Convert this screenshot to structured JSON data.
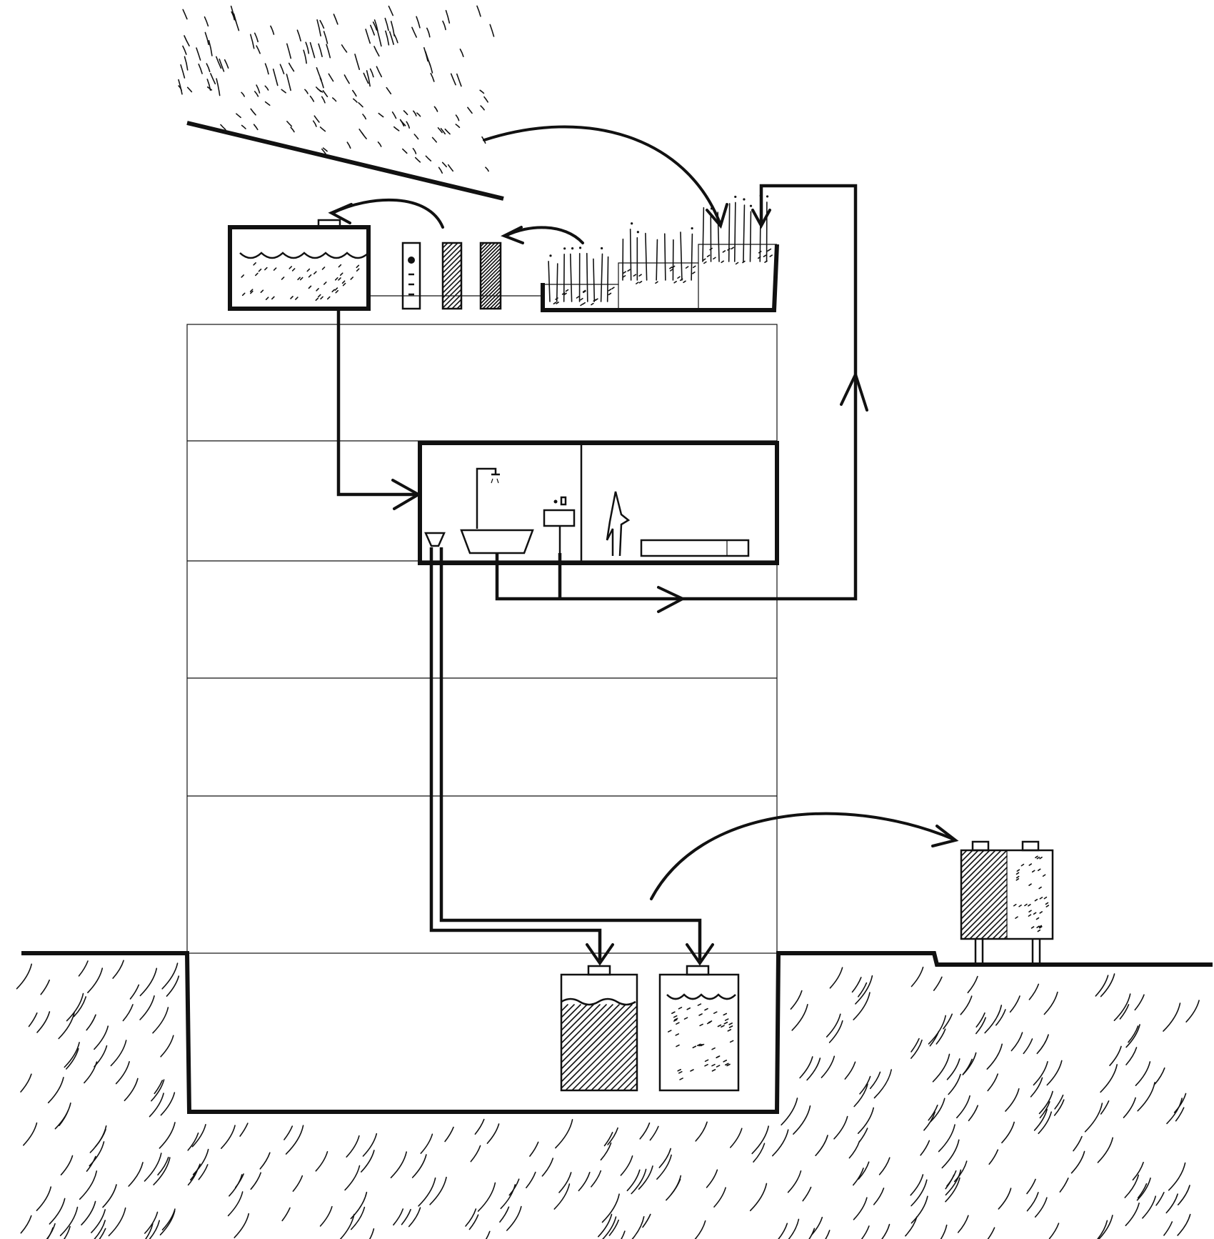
{
  "diagram": {
    "kind": "water-recycling-building-section",
    "elements": [
      "rain",
      "inclined-roof",
      "rooftop-storage-tank",
      "rooftop-filters",
      "planted-wetland-beds",
      "apartment-unit",
      "bathroom-fixtures",
      "occupant-figure",
      "bed",
      "greywater-return-pipe",
      "drain-pipes",
      "basement-tanks",
      "ground",
      "external-sludge-unit"
    ],
    "icons": {
      "person": "person-icon",
      "shower": "shower-icon",
      "bathtub": "bathtub-icon",
      "sink": "sink-icon",
      "toilet": "toilet-icon",
      "bed": "bed-icon"
    },
    "colors": {
      "ink": "#111111",
      "paper": "#ffffff"
    }
  }
}
